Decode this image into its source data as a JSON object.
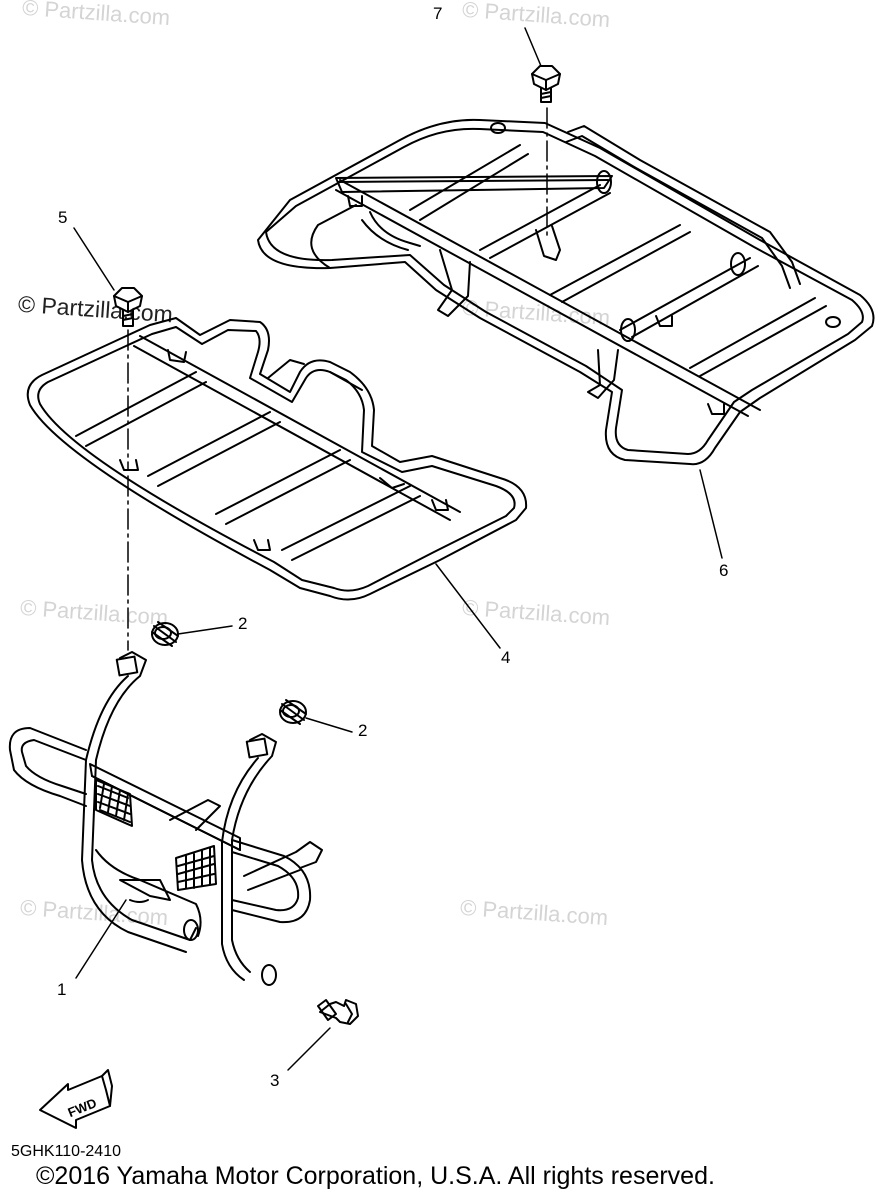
{
  "watermarks": {
    "light": "© Partzilla.com",
    "dark": "© Partzilla.com"
  },
  "callouts": {
    "c1": "1",
    "c2a": "2",
    "c2b": "2",
    "c3": "3",
    "c4": "4",
    "c5": "5",
    "c6": "6",
    "c7": "7"
  },
  "fwd_label": "FWD",
  "diagram_code": "5GHK110-2410",
  "copyright": "©2016 Yamaha Motor Corporation, U.S.A. All rights reserved.",
  "colors": {
    "line": "#000000",
    "watermark": "#d4d4d4",
    "background": "#ffffff"
  }
}
